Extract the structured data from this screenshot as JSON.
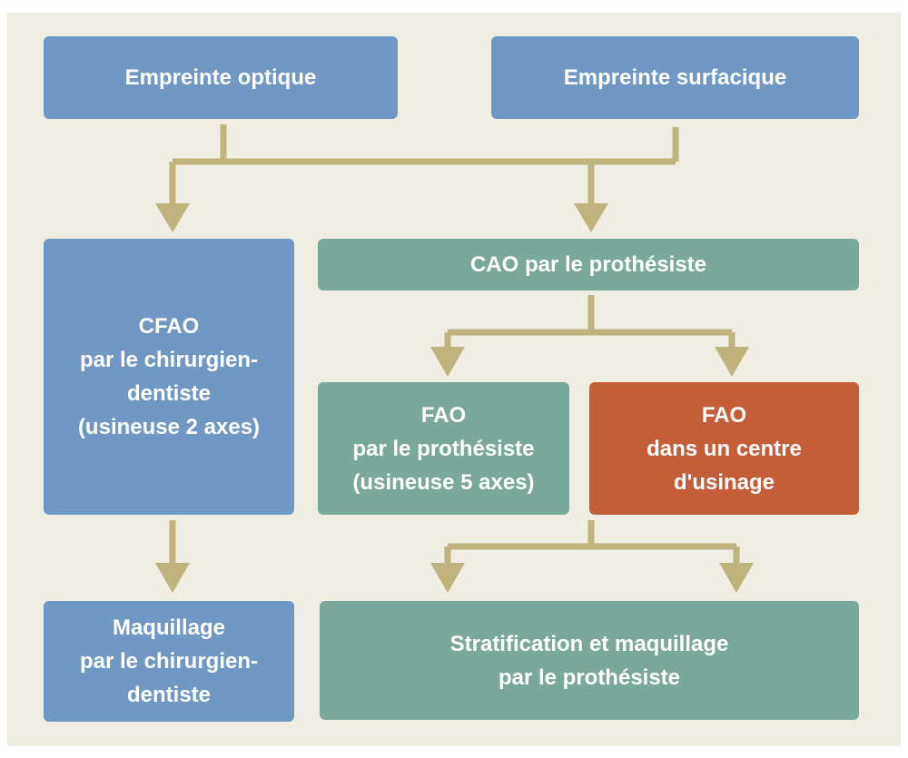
{
  "colors": {
    "background": "#f0ede3",
    "blue": "#7098c5",
    "green": "#7aa99c",
    "orange": "#c45e39",
    "arrow": "#bfb37e"
  },
  "nodes": {
    "empreinte_optique": {
      "lines": [
        "Empreinte optique"
      ]
    },
    "empreinte_surfacique": {
      "lines": [
        "Empreinte surfacique"
      ]
    },
    "cfao": {
      "lines": [
        "CFAO",
        "par le chirurgien-",
        "dentiste",
        "(usineuse 2 axes)"
      ]
    },
    "cao": {
      "lines": [
        "CAO par le prothésiste"
      ]
    },
    "fao_prothesiste": {
      "lines": [
        "FAO",
        "par le prothésiste",
        "(usineuse 5 axes)"
      ]
    },
    "fao_centre": {
      "lines": [
        "FAO",
        "dans un centre",
        "d'usinage"
      ]
    },
    "maquillage": {
      "lines": [
        "Maquillage",
        "par le chirurgien-",
        "dentiste"
      ]
    },
    "stratification": {
      "lines": [
        "Stratification et maquillage",
        "par le prothésiste"
      ]
    }
  },
  "edges": [
    {
      "from": "empreinte_optique",
      "to": "cfao"
    },
    {
      "from": "empreinte_optique",
      "to": "cao"
    },
    {
      "from": "empreinte_surfacique",
      "to": "cfao"
    },
    {
      "from": "empreinte_surfacique",
      "to": "cao"
    },
    {
      "from": "cao",
      "to": "fao_prothesiste"
    },
    {
      "from": "cao",
      "to": "fao_centre"
    },
    {
      "from": "cfao",
      "to": "maquillage"
    },
    {
      "from": "fao_prothesiste",
      "to": "stratification"
    },
    {
      "from": "fao_centre",
      "to": "stratification"
    }
  ]
}
